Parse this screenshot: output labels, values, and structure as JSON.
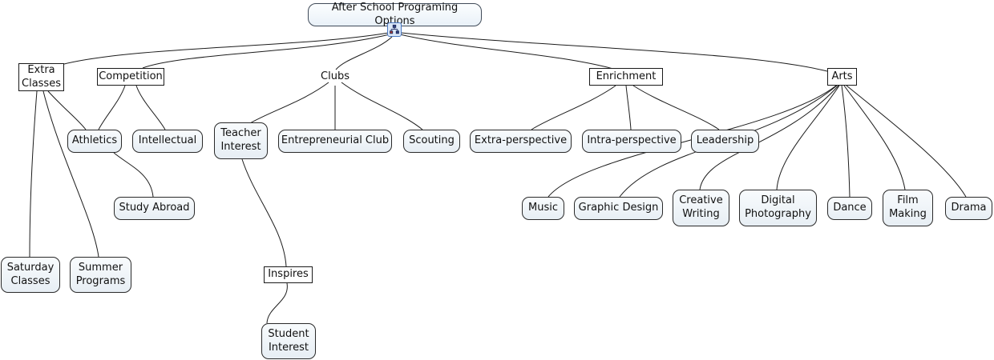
{
  "title": "After School Programing Options",
  "root": {
    "label": "After School Programing Options",
    "icon": "hierarchy-icon"
  },
  "colors": {
    "background": "#ffffff",
    "edge": "#1c1c1c",
    "leaf_fill_top": "#f8fbfd",
    "leaf_fill_bottom": "#e7eef4",
    "rect_fill": "#ffffff",
    "node_border": "#1a1a1a",
    "icon_border": "#4a79c4",
    "icon_fill": "#dce8f8"
  },
  "nodes": [
    {
      "id": "extra-classes",
      "label": "Extra Classes",
      "shape": "rect"
    },
    {
      "id": "competition",
      "label": "Competition",
      "shape": "rect"
    },
    {
      "id": "clubs",
      "label": "Clubs",
      "shape": "plain"
    },
    {
      "id": "enrichment",
      "label": "Enrichment",
      "shape": "rect"
    },
    {
      "id": "arts",
      "label": "Arts",
      "shape": "rect"
    },
    {
      "id": "athletics",
      "label": "Athletics",
      "shape": "rounded"
    },
    {
      "id": "intellectual",
      "label": "Intellectual",
      "shape": "rounded"
    },
    {
      "id": "teacher-interest",
      "label": "Teacher Interest",
      "shape": "rounded"
    },
    {
      "id": "entrepreneurial-club",
      "label": "Entrepreneurial Club",
      "shape": "rounded"
    },
    {
      "id": "scouting",
      "label": "Scouting",
      "shape": "rounded"
    },
    {
      "id": "extra-perspective",
      "label": "Extra-perspective",
      "shape": "rounded"
    },
    {
      "id": "intra-perspective",
      "label": "Intra-perspective",
      "shape": "rounded"
    },
    {
      "id": "leadership",
      "label": "Leadership",
      "shape": "rounded"
    },
    {
      "id": "study-abroad",
      "label": "Study Abroad",
      "shape": "rounded"
    },
    {
      "id": "saturday-classes",
      "label": "Saturday Classes",
      "shape": "rounded"
    },
    {
      "id": "summer-programs",
      "label": "Summer Programs",
      "shape": "rounded"
    },
    {
      "id": "inspires",
      "label": "Inspires",
      "shape": "rect"
    },
    {
      "id": "student-interest",
      "label": "Student Interest",
      "shape": "rounded"
    },
    {
      "id": "music",
      "label": "Music",
      "shape": "rounded"
    },
    {
      "id": "graphic-design",
      "label": "Graphic Design",
      "shape": "rounded"
    },
    {
      "id": "creative-writing",
      "label": "Creative Writing",
      "shape": "rounded"
    },
    {
      "id": "digital-photography",
      "label": "Digital Photography",
      "shape": "rounded"
    },
    {
      "id": "dance",
      "label": "Dance",
      "shape": "rounded"
    },
    {
      "id": "film-making",
      "label": "Film Making",
      "shape": "rounded"
    },
    {
      "id": "drama",
      "label": "Drama",
      "shape": "rounded"
    }
  ],
  "edges": [
    [
      "root",
      "extra-classes"
    ],
    [
      "root",
      "competition"
    ],
    [
      "root",
      "clubs"
    ],
    [
      "root",
      "enrichment"
    ],
    [
      "root",
      "arts"
    ],
    [
      "extra-classes",
      "athletics"
    ],
    [
      "extra-classes",
      "saturday-classes"
    ],
    [
      "extra-classes",
      "summer-programs"
    ],
    [
      "competition",
      "athletics"
    ],
    [
      "competition",
      "intellectual"
    ],
    [
      "athletics",
      "study-abroad"
    ],
    [
      "clubs",
      "teacher-interest"
    ],
    [
      "clubs",
      "entrepreneurial-club"
    ],
    [
      "clubs",
      "scouting"
    ],
    [
      "teacher-interest",
      "inspires"
    ],
    [
      "inspires",
      "student-interest"
    ],
    [
      "enrichment",
      "extra-perspective"
    ],
    [
      "enrichment",
      "intra-perspective"
    ],
    [
      "enrichment",
      "leadership"
    ],
    [
      "arts",
      "music"
    ],
    [
      "arts",
      "graphic-design"
    ],
    [
      "arts",
      "creative-writing"
    ],
    [
      "arts",
      "digital-photography"
    ],
    [
      "arts",
      "dance"
    ],
    [
      "arts",
      "film-making"
    ],
    [
      "arts",
      "drama"
    ]
  ]
}
